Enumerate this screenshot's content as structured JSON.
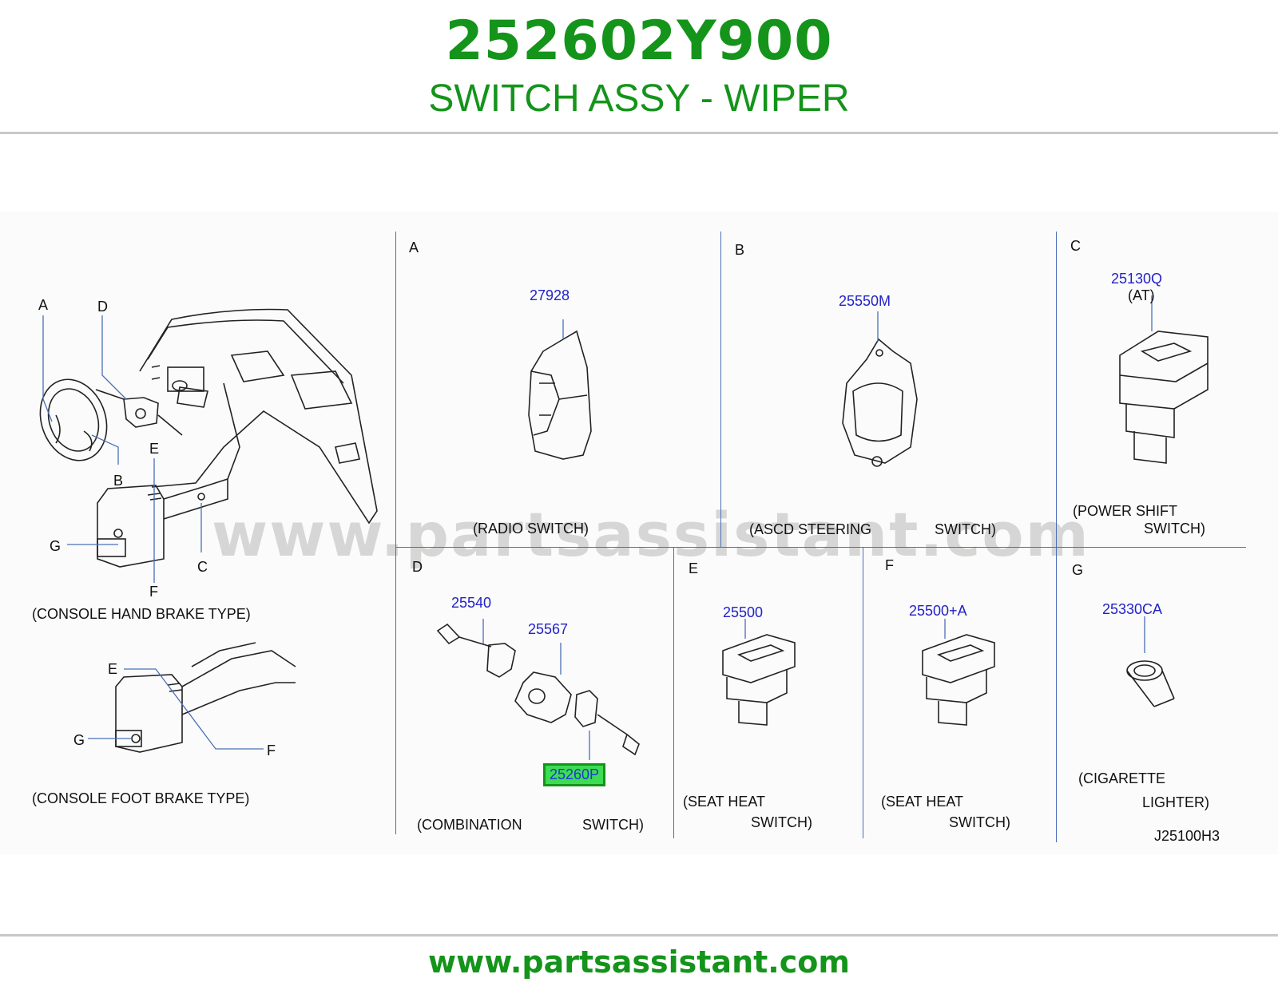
{
  "header": {
    "part_number": "252602Y900",
    "part_name": "SWITCH ASSY - WIPER"
  },
  "watermark": "www.partsassistant.com",
  "footer": {
    "url": "www.partsassistant.com"
  },
  "overview": {
    "labels": {
      "A": "A",
      "B": "B",
      "C": "C",
      "D": "D",
      "E": "E",
      "F": "F",
      "G": "G"
    },
    "caption_hand": "(CONSOLE   HAND   BRAKE   TYPE)",
    "caption_foot": "(CONSOLE   FOOT   BRAKE   TYPE)"
  },
  "sections": {
    "A": {
      "letter": "A",
      "part": "27928",
      "caption": "(RADIO  SWITCH)"
    },
    "B": {
      "letter": "B",
      "part": "25550M",
      "caption1": "(ASCD   STEERING",
      "caption2": "SWITCH)"
    },
    "C": {
      "letter": "C",
      "part": "25130Q",
      "sub": "(AT)",
      "caption1": "(POWER   SHIFT",
      "caption2": "SWITCH)"
    },
    "D": {
      "letter": "D",
      "parts": [
        "25540",
        "25567",
        "25260P"
      ],
      "caption1": "(COMBINATION",
      "caption2": "SWITCH)"
    },
    "E": {
      "letter": "E",
      "part": "25500",
      "caption1": "(SEAT   HEAT",
      "caption2": "SWITCH)"
    },
    "F": {
      "letter": "F",
      "part": "25500+A",
      "caption1": "(SEAT   HEAT",
      "caption2": "SWITCH)"
    },
    "G": {
      "letter": "G",
      "part": "25330CA",
      "caption1": "(CIGARETTE",
      "caption2": "LIGHTER)",
      "code": "J25100H3"
    }
  },
  "colors": {
    "brand_green": "#14941a",
    "part_blue": "#2222c8",
    "highlight": "#3ddc52",
    "divider": "#4a6fb8"
  }
}
